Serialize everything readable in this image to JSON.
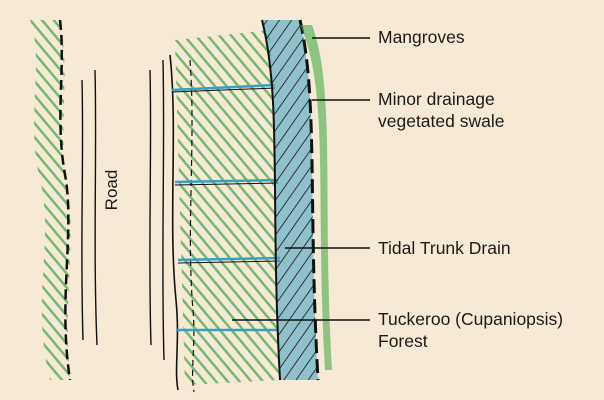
{
  "labels": {
    "mangroves": "Mangroves",
    "swale_line1": "Minor drainage",
    "swale_line2": "vegetated swale",
    "trunk_drain": "Tidal Trunk Drain",
    "forest_line1": "Tuckeroo (Cupaniopsis)",
    "forest_line2": "Forest",
    "road": "Road"
  },
  "colors": {
    "paper": "#f6ead7",
    "vegetation": "#4aa84a",
    "water": "#3a9fc0",
    "ink": "#111111"
  }
}
